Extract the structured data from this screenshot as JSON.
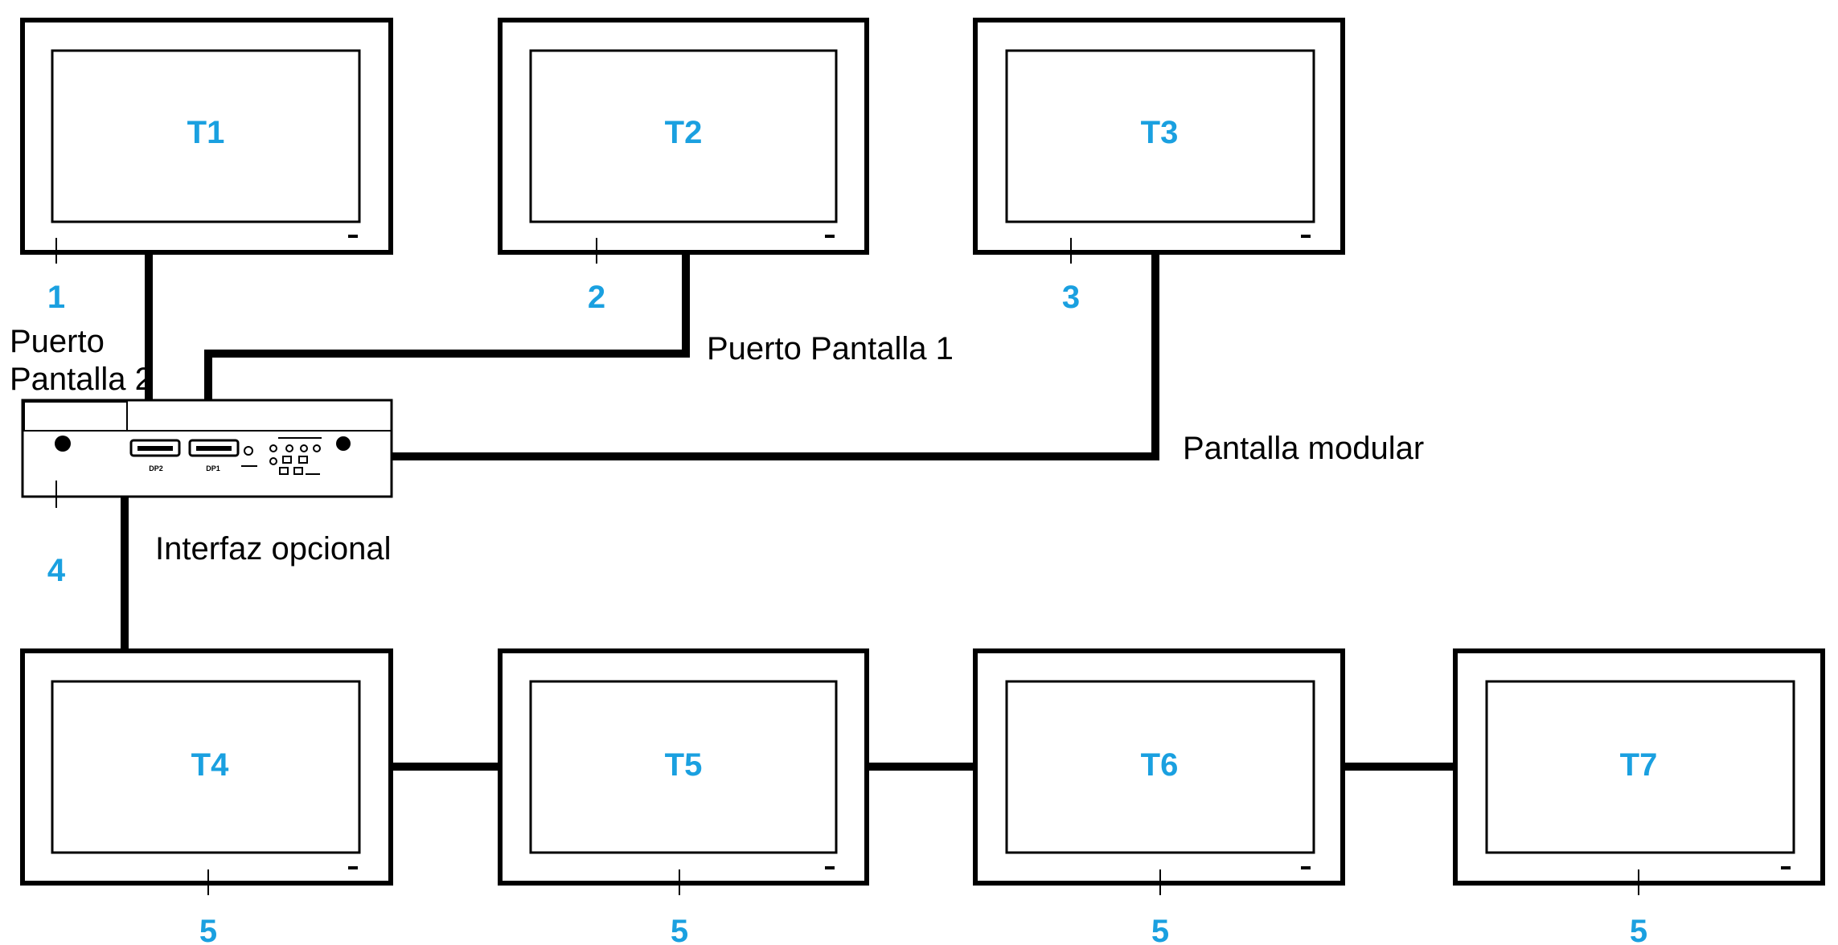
{
  "monitors": [
    {
      "label": "T1",
      "callout": "1"
    },
    {
      "label": "T2",
      "callout": "2"
    },
    {
      "label": "T3",
      "callout": "3"
    },
    {
      "label": "T4",
      "callout": "5"
    },
    {
      "label": "T5",
      "callout": "5"
    },
    {
      "label": "T6",
      "callout": "5"
    },
    {
      "label": "T7",
      "callout": "5"
    }
  ],
  "box": {
    "callout": "4",
    "port_dp2": "DP2",
    "port_dp1": "DP1"
  },
  "labels": {
    "port2_line1": "Puerto",
    "port2_line2": "Pantalla 2",
    "port1": "Puerto Pantalla 1",
    "modular": "Pantalla modular",
    "optional": "Interfaz opcional"
  },
  "colors": {
    "accent": "#1aa0e0",
    "line": "#000000"
  }
}
